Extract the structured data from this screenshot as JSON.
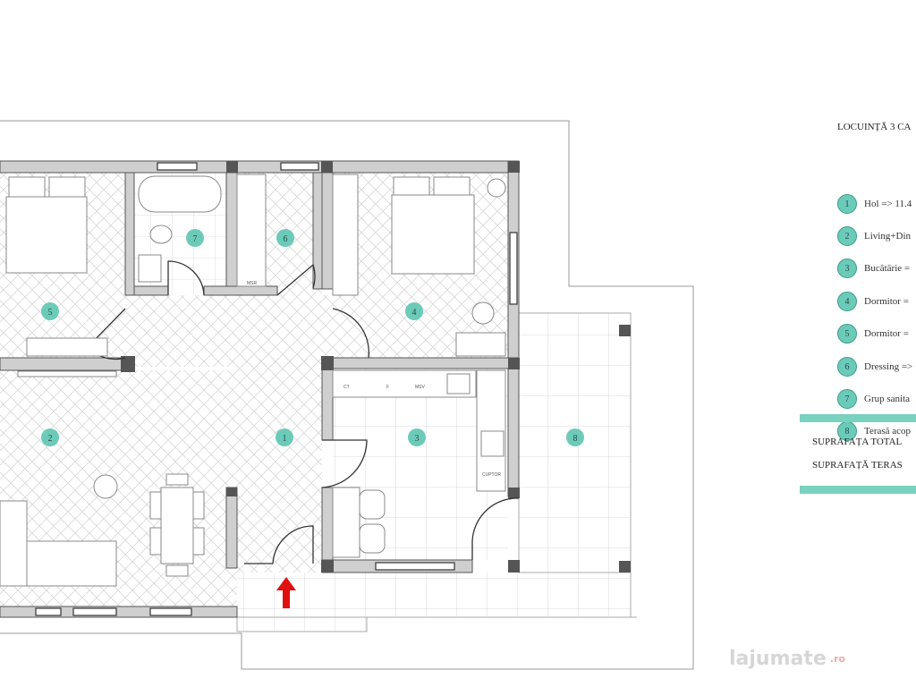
{
  "legend": {
    "title": "LOCUINȚĂ 3 CA",
    "items": [
      {
        "num": "1",
        "text": "Hol => 11.4"
      },
      {
        "num": "2",
        "text": "Living+Din"
      },
      {
        "num": "3",
        "text": "Bucătărie ="
      },
      {
        "num": "4",
        "text": "Dormitor ="
      },
      {
        "num": "5",
        "text": "Dormitor ="
      },
      {
        "num": "6",
        "text": "Dressing =>"
      },
      {
        "num": "7",
        "text": "Grup sanita"
      },
      {
        "num": "8",
        "text": "Terasă acop"
      }
    ],
    "total_surface": "SUPRAFAȚA TOTAL",
    "terrace_surface": "SUPRAFAȚĂ TERAS",
    "accent_color": "#79d1c0"
  },
  "plan": {
    "rooms": {
      "r1": "1",
      "r2": "2",
      "r3": "3",
      "r4": "4",
      "r5": "5",
      "r6": "6",
      "r7": "7",
      "r8": "8"
    },
    "kitchen_labels": {
      "ct": "CT",
      "f": "F",
      "msv": "MSV",
      "cuptor": "CUPTOR"
    },
    "dressing_label": "MSR",
    "entrance_arrow_color": "#e01010"
  },
  "watermark": {
    "text": "lajumate",
    "suffix": ".ro"
  }
}
